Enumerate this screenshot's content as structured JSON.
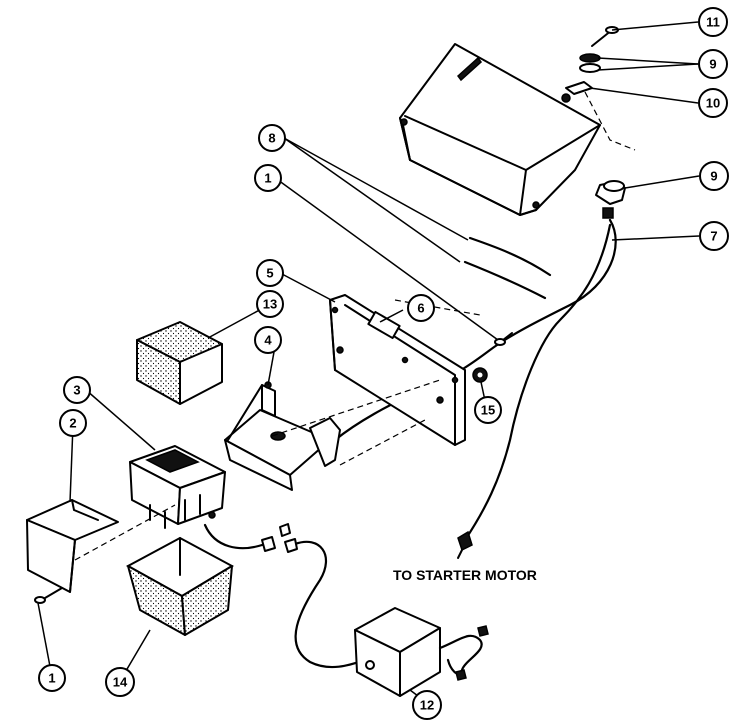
{
  "caption": "TO STARTER MOTOR",
  "callouts": [
    "11",
    "9",
    "10",
    "8",
    "1",
    "9",
    "7",
    "5",
    "13",
    "6",
    "4",
    "3",
    "15",
    "2",
    "1",
    "14",
    "12"
  ],
  "colors": {
    "line": "#000000",
    "background": "#ffffff",
    "stipple": "#e2e2e2"
  }
}
